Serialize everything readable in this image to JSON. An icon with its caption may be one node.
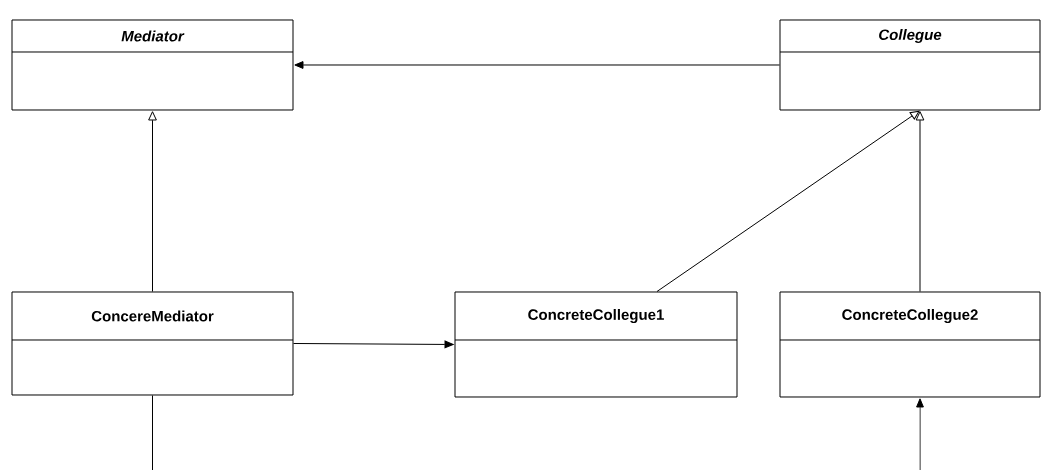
{
  "diagram": {
    "nodes": [
      {
        "text": [
          "Mediator"
        ]
      },
      {
        "text": [
          "Collegue"
        ]
      },
      {
        "text": [
          "ConcereMediator"
        ]
      },
      {
        "text": [
          "ConcreteCollegue1"
        ]
      },
      {
        "text": [
          "ConcreteCollegue2"
        ]
      }
    ],
    "edges": [
      {
        "from": 1,
        "to": 0,
        "arrow": "to"
      },
      {
        "from": 2,
        "to": 0,
        "arrow": "to"
      },
      {
        "from": 3,
        "to": 1,
        "arrow": "to"
      },
      {
        "from": 4,
        "to": 1,
        "arrow": "to"
      },
      {
        "from": 2,
        "to": 3,
        "arrow": "to"
      },
      {
        "from": 2,
        "to": null,
        "arrow": "none"
      },
      {
        "from": null,
        "to": 4,
        "arrow": "to"
      }
    ]
  }
}
